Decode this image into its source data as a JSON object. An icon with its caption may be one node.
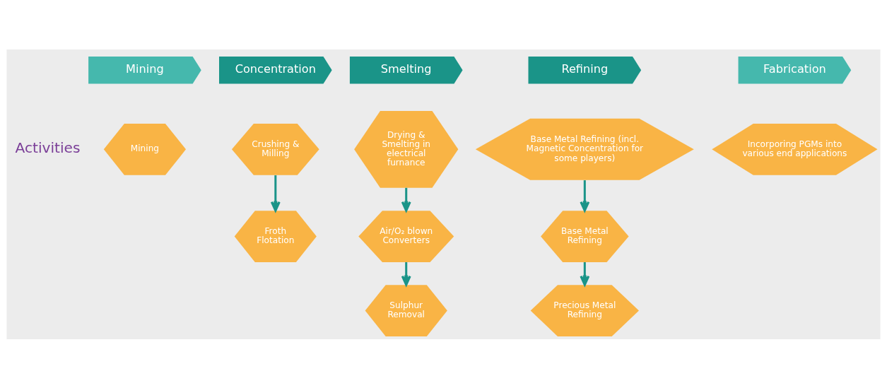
{
  "diagram": {
    "nodes": [
      {
        "text": [
          "Mining"
        ]
      },
      {
        "text": [
          "Concentration"
        ]
      },
      {
        "text": [
          "Smelting"
        ]
      },
      {
        "text": [
          "Refining"
        ]
      },
      {
        "text": [
          "Fabrication"
        ]
      },
      {
        "text": [
          "Mining"
        ]
      },
      {
        "text": [
          "Crushing & Milling"
        ]
      },
      {
        "text": [
          "Froth Flotation"
        ]
      },
      {
        "text": [
          "Drying & Smelting in electrical furnance"
        ]
      },
      {
        "text": [
          "Air/O₂ blown Converters"
        ]
      },
      {
        "text": [
          "Sulphur Removal"
        ]
      },
      {
        "text": [
          "Base Metal Refining (incl. Magnetic Concentration for some players)"
        ]
      },
      {
        "text": [
          "Base Metal Refining"
        ]
      },
      {
        "text": [
          "Precious Metal Refining"
        ]
      },
      {
        "text": [
          "Incorporing PGMs into various end applications"
        ]
      }
    ],
    "edges": [
      {
        "from": 6,
        "to": 7,
        "arrow": "to"
      },
      {
        "from": 8,
        "to": 9,
        "arrow": "to"
      },
      {
        "from": 9,
        "to": 10,
        "arrow": "to"
      },
      {
        "from": 11,
        "to": 12,
        "arrow": "to"
      },
      {
        "from": 12,
        "to": 13,
        "arrow": "to"
      }
    ],
    "labels": [
      "Activities"
    ]
  }
}
